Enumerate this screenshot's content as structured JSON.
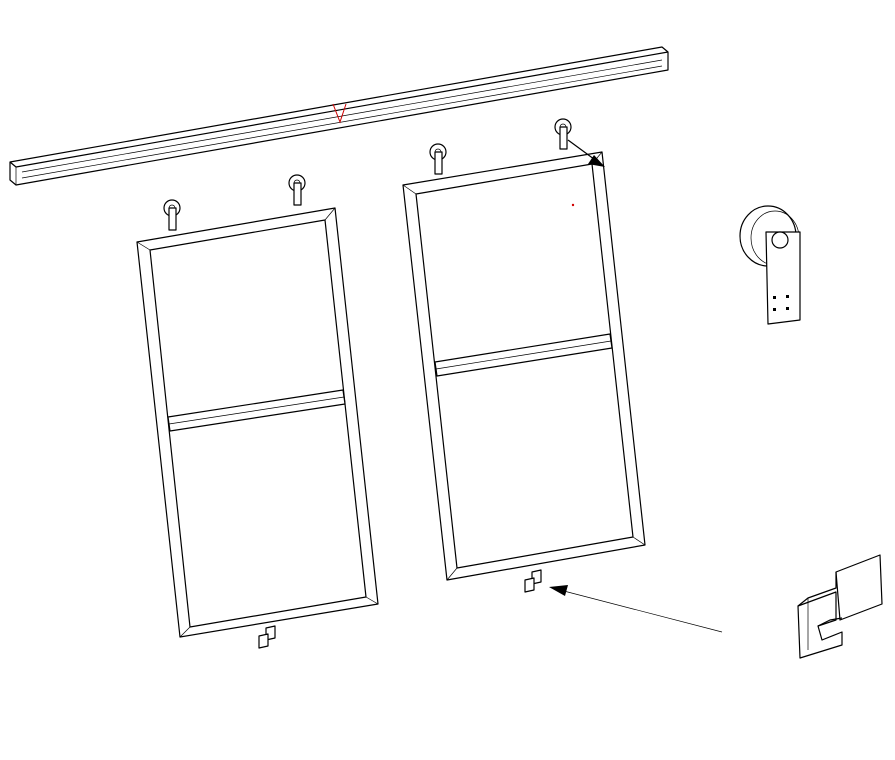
{
  "colors": {
    "line": "#000000",
    "background": "#ffffff",
    "marker": "#d00000"
  },
  "parts": [
    "track-rail",
    "door-left",
    "door-right",
    "roller-hanger",
    "floor-guide"
  ]
}
